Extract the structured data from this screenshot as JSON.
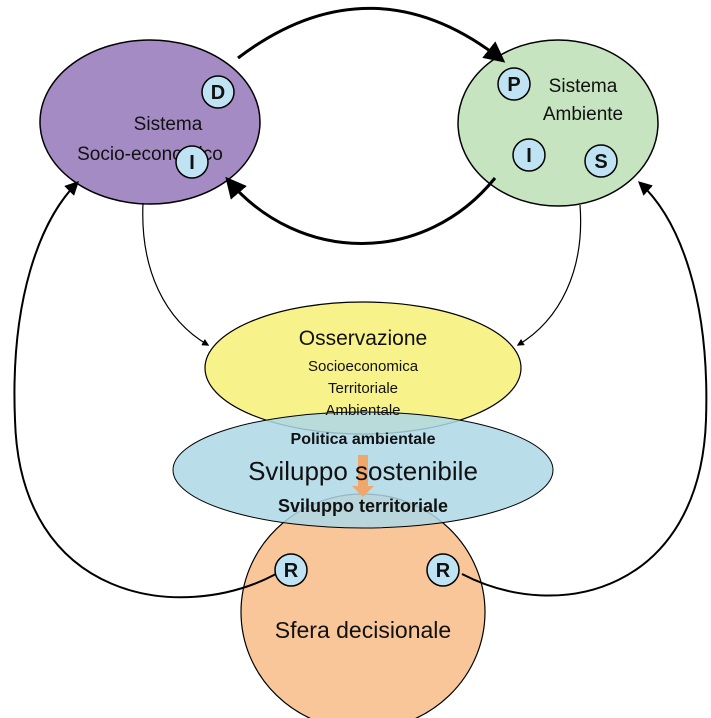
{
  "nodes": {
    "socio_economic": {
      "line1": "Sistema",
      "line2": "Socio-economico",
      "badges": [
        "D",
        "I"
      ],
      "fill": "#a58bc4"
    },
    "environment": {
      "line1": "Sistema",
      "line2": "Ambiente",
      "badges": [
        "P",
        "I",
        "S"
      ],
      "fill": "#c7e4c0"
    },
    "observation": {
      "title": "Osservazione",
      "items": [
        "Socioeconomica",
        "Territoriale",
        "Ambientale"
      ],
      "fill": "#f8f28a"
    },
    "policy": {
      "top": "Politica ambientale",
      "main": "Sviluppo sostenibile",
      "bottom": "Sviluppo territoriale",
      "fill": "#add8e6"
    },
    "decision": {
      "label": "Sfera decisionale",
      "badges": [
        "R",
        "R"
      ],
      "fill": "#f8c08e"
    }
  },
  "colors": {
    "badge_fill": "#bfe3f2",
    "arrow": "#000000",
    "inner_arrow": "#f0a76b"
  }
}
